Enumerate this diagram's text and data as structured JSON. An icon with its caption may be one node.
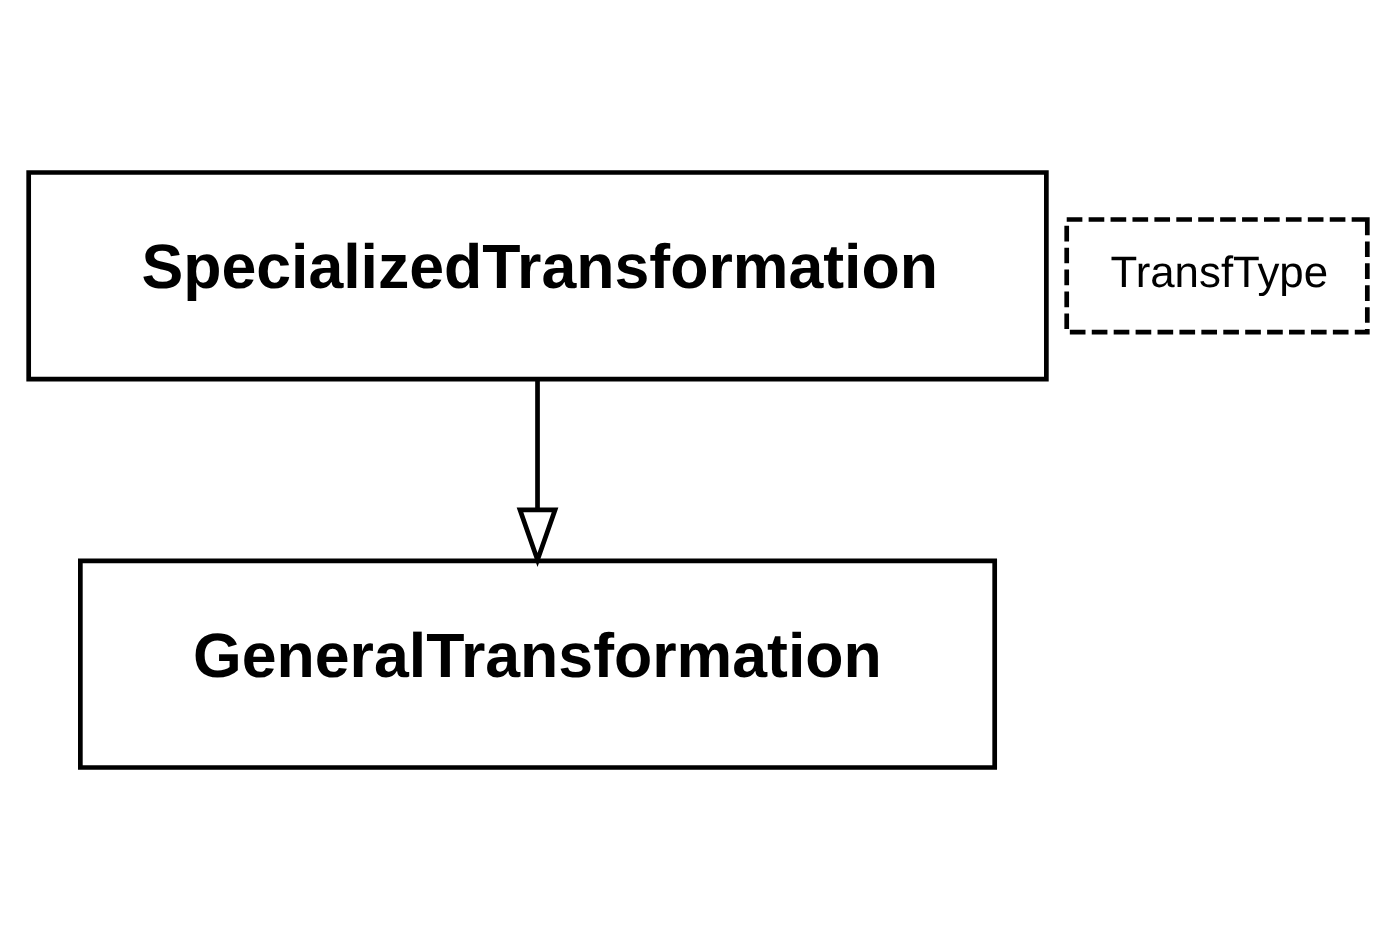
{
  "diagram": {
    "nodes": [
      {
        "text": [
          "GeneralTransformation"
        ]
      },
      {
        "text": [
          "SpecializedTransformation"
        ]
      },
      {
        "text": [
          "TransfType"
        ]
      }
    ],
    "edges": [
      {
        "from": 1,
        "to": 0,
        "arrow": "to"
      }
    ]
  }
}
